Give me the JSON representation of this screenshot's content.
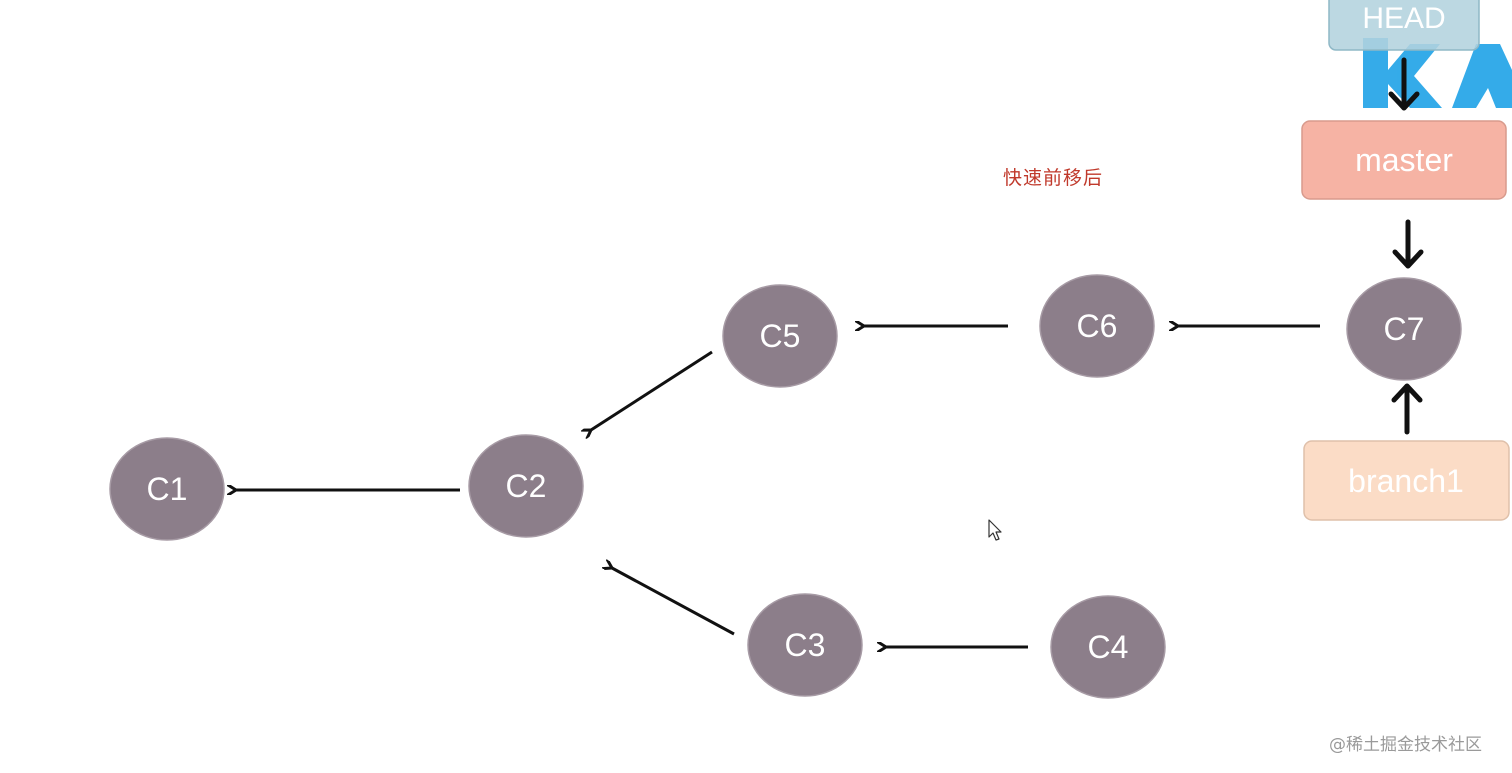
{
  "caption": "快速前移后",
  "watermark": "@稀土掘金技术社区",
  "colors": {
    "commit_fill": "#8c7e8a",
    "commit_text": "#ffffff",
    "arrow": "#111111",
    "head_fill": "#b3d3de",
    "master_fill": "#f6b3a4",
    "branch1_fill": "#fbdcc6",
    "caption": "#c0392b",
    "logo_blue": "#2aa7e8"
  },
  "commits": [
    {
      "id": "C1",
      "label": "C1"
    },
    {
      "id": "C2",
      "label": "C2"
    },
    {
      "id": "C3",
      "label": "C3"
    },
    {
      "id": "C4",
      "label": "C4"
    },
    {
      "id": "C5",
      "label": "C5"
    },
    {
      "id": "C6",
      "label": "C6"
    },
    {
      "id": "C7",
      "label": "C7"
    }
  ],
  "parent_links": [
    {
      "from": "C2",
      "to": "C1"
    },
    {
      "from": "C3",
      "to": "C2"
    },
    {
      "from": "C4",
      "to": "C3"
    },
    {
      "from": "C5",
      "to": "C2"
    },
    {
      "from": "C6",
      "to": "C5"
    },
    {
      "from": "C7",
      "to": "C6"
    }
  ],
  "refs": {
    "head": {
      "label": "HEAD",
      "points_to": "master"
    },
    "master": {
      "label": "master",
      "points_to": "C7"
    },
    "branch1": {
      "label": "branch1",
      "points_to": "C7"
    }
  },
  "icons": {
    "logo": "brand-logo-icon",
    "cursor": "mouse-pointer-icon"
  }
}
